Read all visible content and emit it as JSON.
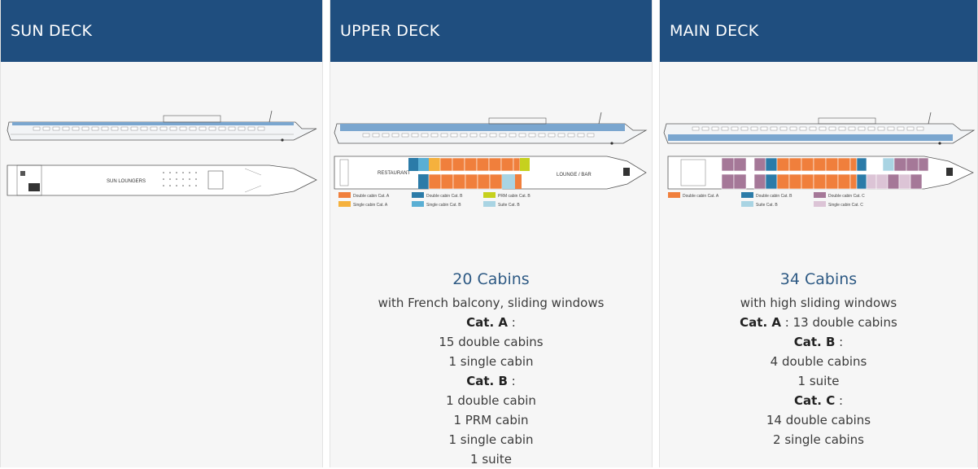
{
  "colors": {
    "header_bg": "#1f4e7f",
    "double_cat_a": "#f07f3c",
    "single_cat_a": "#f5b13d",
    "double_cat_b": "#2b7ba8",
    "single_cat_b": "#5aafd4",
    "prm_cat_b": "#c6d11e",
    "suite_cat_b": "#a9d4e3",
    "double_cat_c": "#a57898",
    "single_cat_c": "#dcc4d6",
    "hull_stripe": "#7aa6cf"
  },
  "decks": {
    "sun": {
      "title": "SUN DECK",
      "plan_label": "SUN LOUNGERS"
    },
    "upper": {
      "title": "UPPER DECK",
      "restaurant_label": "RESTAURANT",
      "lounge_label": "LOUNGE / BAR",
      "legend": [
        "Double cabin Cat. A",
        "Double cabin Cat. B",
        "PRM cabin Cat. B",
        "Single cabin Cat. A",
        "Single cabin Cat. B",
        "Suite Cat. B"
      ],
      "cabins_count": "20 Cabins",
      "subtitle": "with French balcony, sliding windows",
      "cat_a_label": "Cat. A",
      "cat_a_sep": " :",
      "cat_a_line1": "15 double cabins",
      "cat_a_line2": "1 single cabin",
      "cat_b_label": "Cat. B",
      "cat_b_sep": " :",
      "cat_b_line1": "1 double cabin",
      "cat_b_line2": "1 PRM cabin",
      "cat_b_line3": "1 single cabin",
      "cat_b_line4": "1 suite"
    },
    "main": {
      "title": "MAIN DECK",
      "legend": [
        "Double cabin Cat. A",
        "Double cabin Cat. B",
        "Double cabin Cat. C",
        "Suite Cat. B",
        "Single cabin Cat. C"
      ],
      "cabins_count": "34 Cabins",
      "subtitle": "with high sliding windows",
      "cat_a_label": "Cat. A",
      "cat_a_rest": " : 13 double cabins",
      "cat_b_label": "Cat. B",
      "cat_b_sep": " :",
      "cat_b_line1": "4 double cabins",
      "cat_b_line2": "1 suite",
      "cat_c_label": "Cat. C",
      "cat_c_sep": " :",
      "cat_c_line1": "14 double cabins",
      "cat_c_line2": "2 single cabins"
    }
  }
}
